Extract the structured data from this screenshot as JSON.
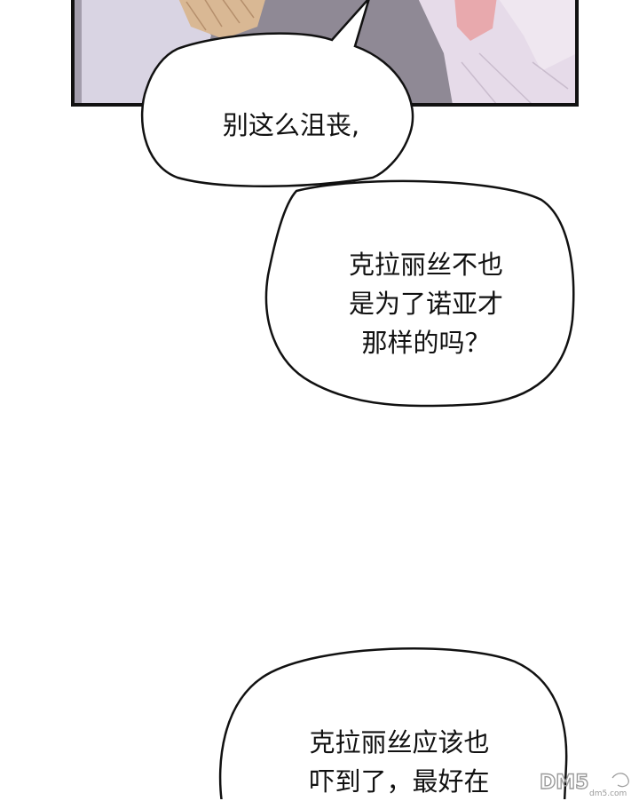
{
  "bubbles": [
    {
      "lines": [
        "别这么沮丧,"
      ]
    },
    {
      "lines": [
        "克拉丽丝不也",
        "是为了诺亚才",
        "那样的吗？"
      ]
    },
    {
      "lines": [
        "克拉丽丝应该也",
        "吓到了，最好在"
      ]
    }
  ],
  "watermark": {
    "logo_text": "DM5",
    "sub_text": "dm5.com"
  },
  "colors": {
    "panel_border": "#111111",
    "panel_bg": "#8f8995",
    "dress_left": "#d9d4e3",
    "dress_right": "#e6dbe9",
    "fabric": "#d9b894",
    "skin": "#e8a9ad",
    "bubble_fill": "#ffffff",
    "bubble_stroke": "#111111",
    "text": "#111111",
    "watermark": "#9a9a9a"
  }
}
